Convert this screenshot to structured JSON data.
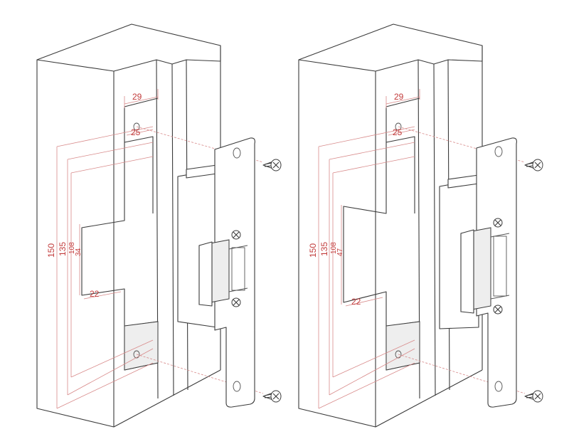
{
  "diagrams": [
    {
      "id": "left",
      "dimensions": {
        "w29": "29",
        "w25": "25",
        "h150": "150",
        "h135": "135",
        "h108": "108",
        "h_latch": "34",
        "w22": "22"
      }
    },
    {
      "id": "right",
      "dimensions": {
        "w29": "29",
        "w25": "25",
        "h150": "150",
        "h135": "135",
        "h108": "108",
        "h_latch": "47",
        "w22": "22"
      }
    }
  ],
  "colors": {
    "line": "#3a3a3a",
    "dimension_line": "#d88a8a",
    "dimension_text": "#c23b3b",
    "background": "#ffffff"
  }
}
